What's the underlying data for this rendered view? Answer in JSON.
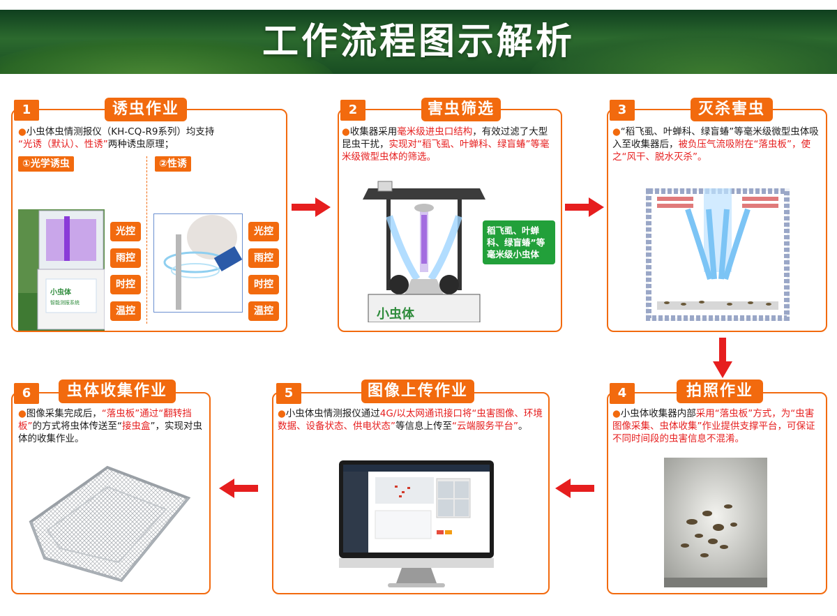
{
  "page_title": "工作流程图示解析",
  "colors": {
    "accent": "#f26a0e",
    "highlight": "#e61e1e",
    "banner": "#1f5a28",
    "green_label": "#22a03a"
  },
  "steps": [
    {
      "number": "1",
      "title": "诱虫作业",
      "desc_parts": [
        "小虫体虫情测报仪（KH-CQ-R9系列）均支持",
        "“光诱（默认）、性诱”",
        "两种诱虫原理；"
      ],
      "sub_a": "①光学诱虫",
      "sub_b": "②性诱",
      "controls_a": [
        "光控",
        "雨控",
        "时控",
        "温控"
      ],
      "controls_b": [
        "光控",
        "雨控",
        "时控",
        "温控"
      ],
      "device_label_1": "小虫体",
      "device_label_2": "智能测报系统"
    },
    {
      "number": "2",
      "title": "害虫筛选",
      "desc_parts": [
        "收集器采用",
        "毫米级进虫口结构",
        "，有效过滤了大型昆虫干扰，",
        "实现对“稻飞虱、叶蝉科、绿盲蝽”等毫米级微型虫体的筛选。"
      ],
      "overlay_label": "稻飞虱、叶蝉科、绿盲蝽”等毫米级小虫体",
      "device_label": "小虫体"
    },
    {
      "number": "3",
      "title": "灭杀害虫",
      "desc_parts": [
        "“稻飞虱、叶蝉科、绿盲蝽”等毫米级微型虫体吸入至收集器后，",
        "被负压气流吸附在“落虫板”，使之“风干、脱水灭杀”。"
      ]
    },
    {
      "number": "4",
      "title": "拍照作业",
      "desc_parts": [
        "小虫体收集器内部",
        "采用“落虫板”方式，为“虫害图像采集、虫体收集”作业提供支撑平台，可保证不同时间段的虫害信息不混淆。"
      ]
    },
    {
      "number": "5",
      "title": "图像上传作业",
      "desc_parts": [
        "小虫体虫情测报仪通过",
        "4G/以太网通讯接口将“虫害图像、环境数据、设备状态、供电状态”",
        "等信息上传至",
        "“云端服务平台”",
        "。"
      ]
    },
    {
      "number": "6",
      "title": "虫体收集作业",
      "desc_parts": [
        "图像采集完成后，",
        "“落虫板”通过“翻转挡板”",
        "的方式将虫体传送至“",
        "接虫盒",
        "”，实现对虫体的收集作业。"
      ]
    }
  ],
  "icons": {
    "arrow_right": "arrow-right-icon",
    "arrow_down": "arrow-down-icon",
    "arrow_left": "arrow-left-icon"
  }
}
